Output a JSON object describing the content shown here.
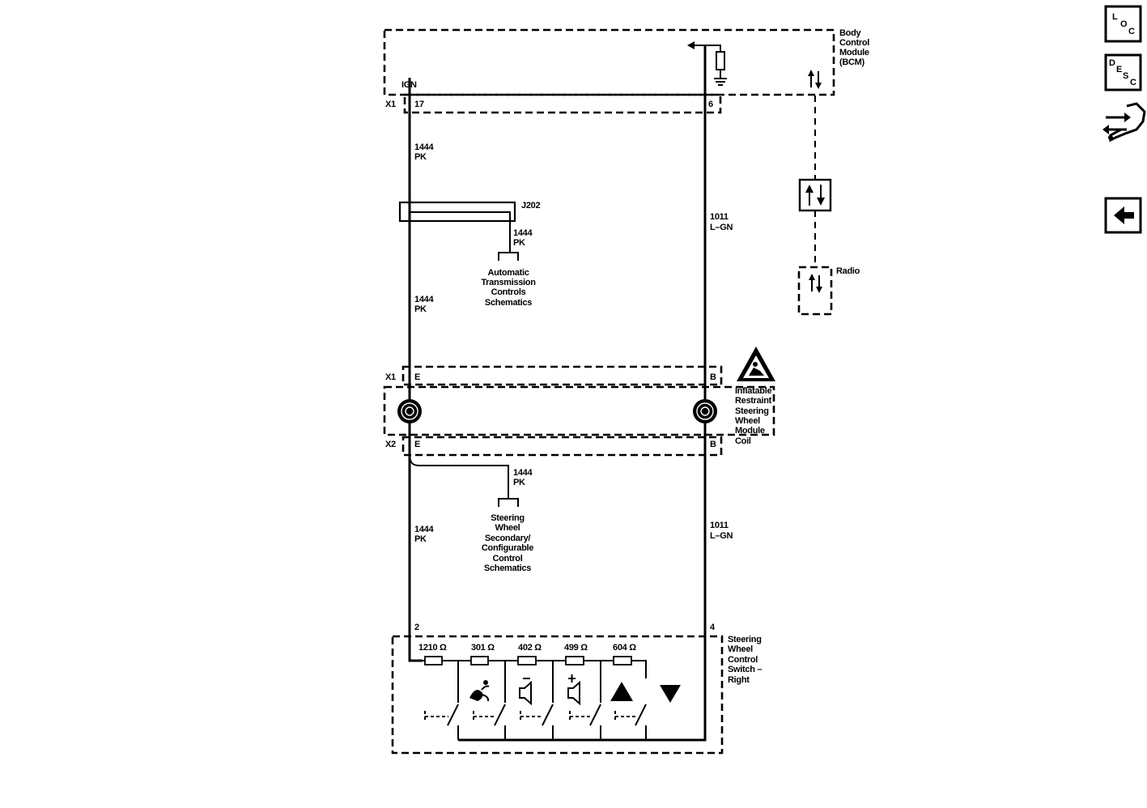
{
  "bcm": {
    "name_lines": [
      "Body",
      "Control",
      "Module",
      "(BCM)"
    ],
    "ign_label": "IGN"
  },
  "connectors": {
    "x1": "X1",
    "x2": "X2"
  },
  "pins": {
    "bcm_ign": "17",
    "bcm_signal": "6",
    "coil_e": "E",
    "coil_b": "B",
    "sw_2": "2",
    "sw_4": "4"
  },
  "wires": {
    "pk_1444": {
      "circuit": "1444",
      "color": "PK"
    },
    "lgn_1011": {
      "circuit": "1011",
      "color": "L–GN"
    }
  },
  "splice": {
    "label": "J202"
  },
  "references": {
    "auto_trans": [
      "Automatic",
      "Transmission",
      "Controls",
      "Schematics"
    ],
    "steering_secondary": [
      "Steering",
      "Wheel",
      "Secondary/",
      "Configurable",
      "Control",
      "Schematics"
    ]
  },
  "coil": {
    "name_lines": [
      "Inflatable",
      "Restraint",
      "Steering",
      "Wheel",
      "Module",
      "Coil"
    ]
  },
  "radio": {
    "label": "Radio"
  },
  "switch": {
    "name_lines": [
      "Steering",
      "Wheel",
      "Control",
      "Switch –",
      "Right"
    ],
    "resistors": [
      "1210 Ω",
      "301 Ω",
      "402 Ω",
      "499 Ω",
      "604 Ω"
    ]
  },
  "nav": {
    "loc": {
      "l": "L",
      "o": "O",
      "c": "C"
    },
    "desc": {
      "d": "D",
      "e": "E",
      "s": "S",
      "c": "C"
    }
  }
}
